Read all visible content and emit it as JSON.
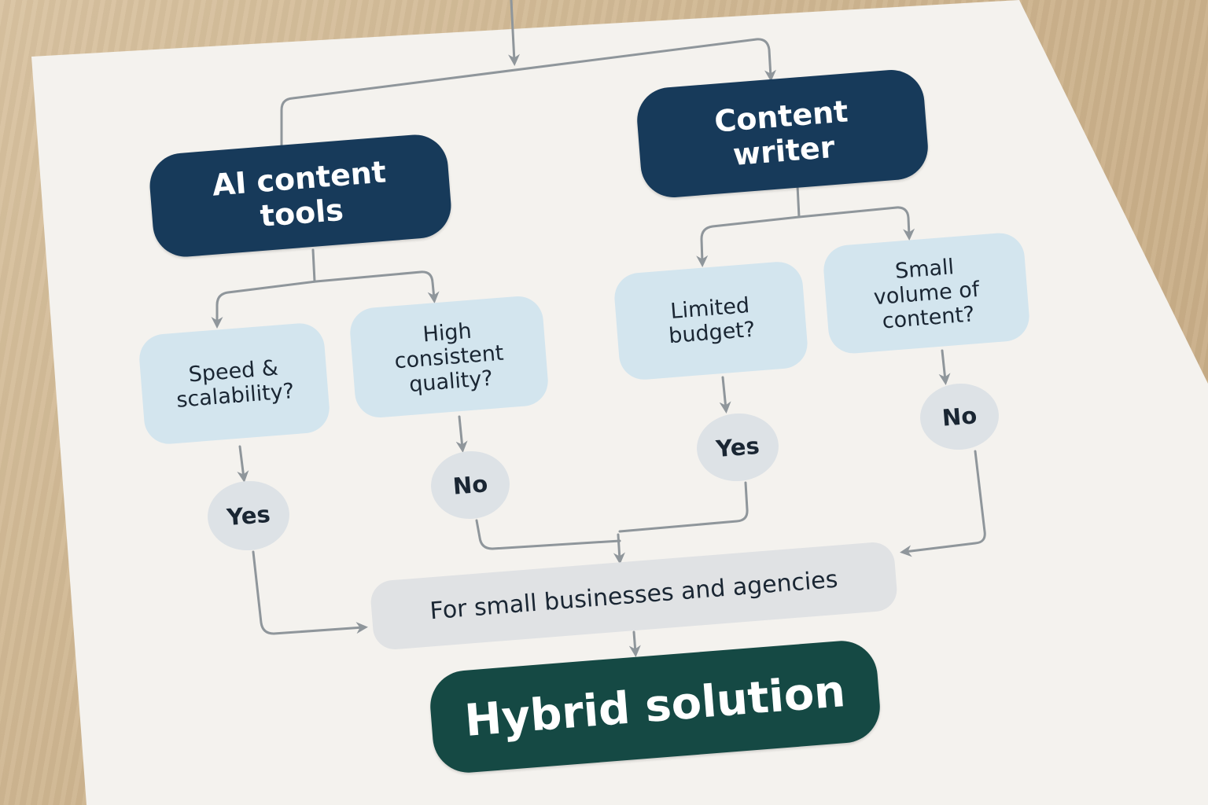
{
  "flowchart": {
    "ai_tools": "AI content\ntools",
    "writer": "Content\nwriter",
    "q_speed": "Speed &\nscalability?",
    "q_quality": "High\nconsistent\nquality?",
    "q_budget": "Limited\nbudget?",
    "q_volume": "Small\nvolume of\ncontent?",
    "a_speed": "Yes",
    "a_quality": "No",
    "a_budget": "Yes",
    "a_volume": "No",
    "audience": "For small businesses and agencies",
    "result": "Hybrid solution"
  },
  "colors": {
    "dark_box": "#173a5a",
    "result_box": "#154944",
    "question_box": "#d3e5ee",
    "answer_circle": "#dde2e6",
    "connector": "#8f969b"
  }
}
